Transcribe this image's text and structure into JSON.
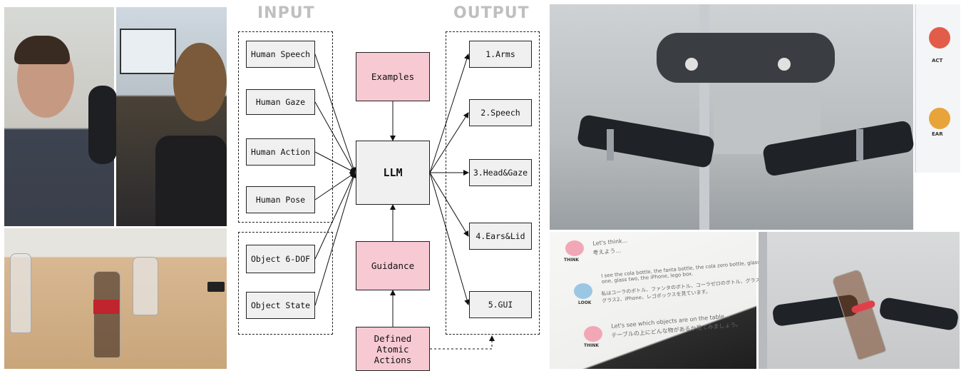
{
  "headings": {
    "input": "INPUT",
    "output": "OUTPUT"
  },
  "inputs": [
    "Human Speech",
    "Human Gaze",
    "Human Action",
    "Human Pose",
    "Object 6-DOF",
    "Object State"
  ],
  "center": {
    "examples": "Examples",
    "llm": "LLM",
    "guidance": "Guidance",
    "atomic": "Defined Atomic Actions"
  },
  "outputs": [
    "1.Arms",
    "2.Speech",
    "3.Head&Gaze",
    "4.Ears&Lid",
    "5.GUI"
  ],
  "screen_labels": {
    "act": "ACT",
    "ear": "EAR"
  },
  "tablet": {
    "think1_en": "Let's think...",
    "think1_jp": "考えよう...",
    "look_en": "I see the cola bottle, the fanta bottle, the cola zero bottle, glass one, glass two, the iPhone, lego box.",
    "look_jp": "私はコーラのボトル、ファンタのボトル、コーラゼロのボトル、グラス1、グラス2、iPhone、レゴボックスを見ています。",
    "think2_en": "Let's see which objects are on the table...",
    "think2_jp": "テーブルの上にどんな物があるか見てみましょう。",
    "tag_think": "THINK",
    "tag_look": "LOOK"
  },
  "colors": {
    "pink_box": "#f7c9d3",
    "gray_box": "#f0f0f0",
    "heading": "#bfbfbf"
  }
}
